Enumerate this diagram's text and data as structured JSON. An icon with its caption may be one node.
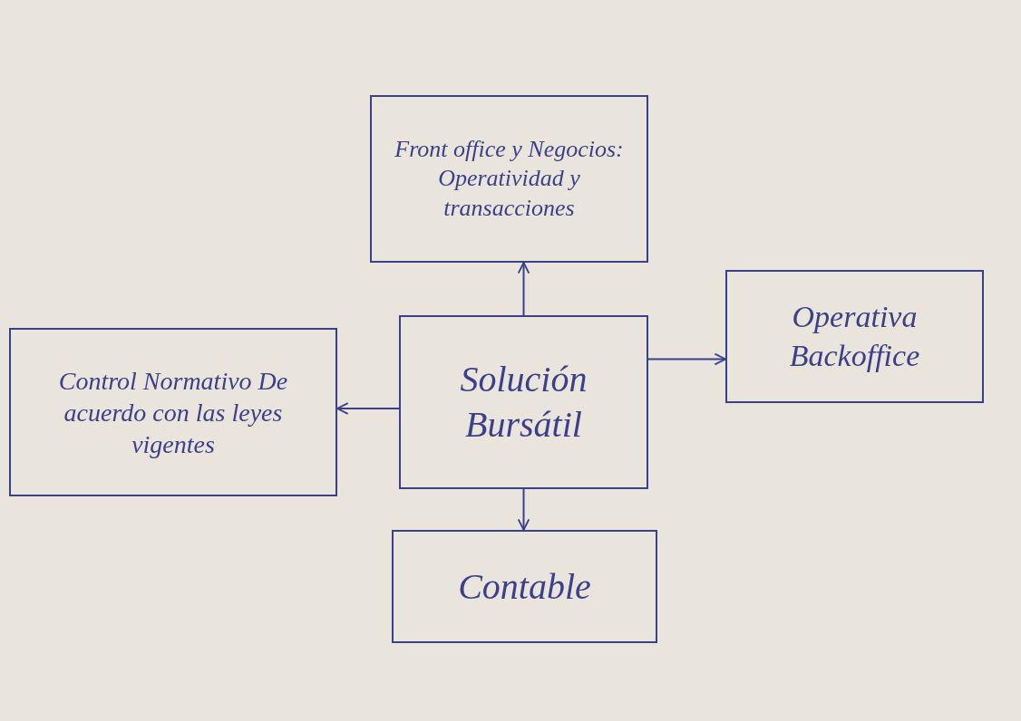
{
  "diagram": {
    "nodes": [
      {
        "text": [
          "Front office y Negocios: Operatividad y transacciones"
        ]
      },
      {
        "text": [
          "Solución Bursátil"
        ]
      },
      {
        "text": [
          "Operativa Backoffice"
        ]
      },
      {
        "text": [
          "Control Normativo De acuerdo con las leyes vigentes"
        ]
      },
      {
        "text": [
          "Contable"
        ]
      }
    ],
    "edges": [
      {
        "from": 1,
        "to": 0,
        "arrow": "to"
      },
      {
        "from": 1,
        "to": 2,
        "arrow": "to"
      },
      {
        "from": 1,
        "to": 3,
        "arrow": "to"
      },
      {
        "from": 1,
        "to": 4,
        "arrow": "to"
      }
    ]
  }
}
